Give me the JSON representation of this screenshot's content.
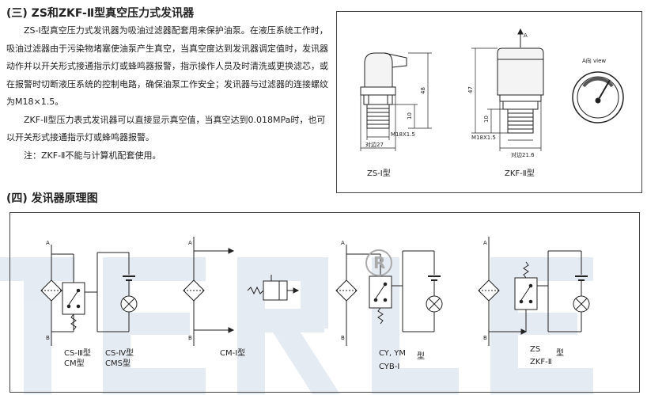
{
  "section3": {
    "heading": "(三) ZS和ZKF-Ⅱ型真空压力式发讯器",
    "para1": "ZS-Ⅰ型真空压力式发讯器为吸油过滤器配套用来保护油泵。在液压系统工作时，吸油过滤器由于污染物堵塞使油泵产生真空，当真空度达到发讯器调定值时，发讯器动作并以开关形式接通指示灯或蜂鸣器报警，指示操作人员及时清洗或更换滤芯，或在报警时切断液压系统的控制电路，确保油泵工作安全；发讯器与过滤器的连接螺纹为M18×1.5。",
    "para2": "ZKF-Ⅱ型压力表式发讯器可以直接显示真空值，当真空达到0.018MPa时，也可以开关形式接通指示灯或蜂鸣器报警。",
    "note": "注：ZKF-Ⅱ不能与计算机配套使用。"
  },
  "section4": {
    "heading": "(四) 发讯器原理图"
  },
  "figure1": {
    "zs1": {
      "caption": "ZS-Ⅰ型",
      "dim_height": "48",
      "dim_thread_len": "10",
      "dim_thread": "M18X1.5",
      "dim_hex": "对边27"
    },
    "zkf2": {
      "caption": "ZKF-Ⅱ型",
      "dim_height": "47",
      "dim_thread_len": "10",
      "dim_thread": "M18X1.5",
      "dim_hex": "对边21.6",
      "arrow_label": "A",
      "view_label": "A向 view"
    }
  },
  "figure2": {
    "port_a": "A",
    "port_b": "B",
    "watermark_mark": "R",
    "labels": {
      "d1_line1": "CS-Ⅲ型",
      "d1_line2": "CM型",
      "d1b_line1": "CS-Ⅳ型",
      "d1b_line2": "CMS型",
      "d2": "CM-Ⅰ型",
      "d3_line1": "CY, YM",
      "d3_suffix": "型",
      "d3_line2": "CYB-Ⅰ",
      "d4_line1": "ZS",
      "d4_suffix": "型",
      "d4_line2": "ZKF-Ⅱ"
    }
  }
}
